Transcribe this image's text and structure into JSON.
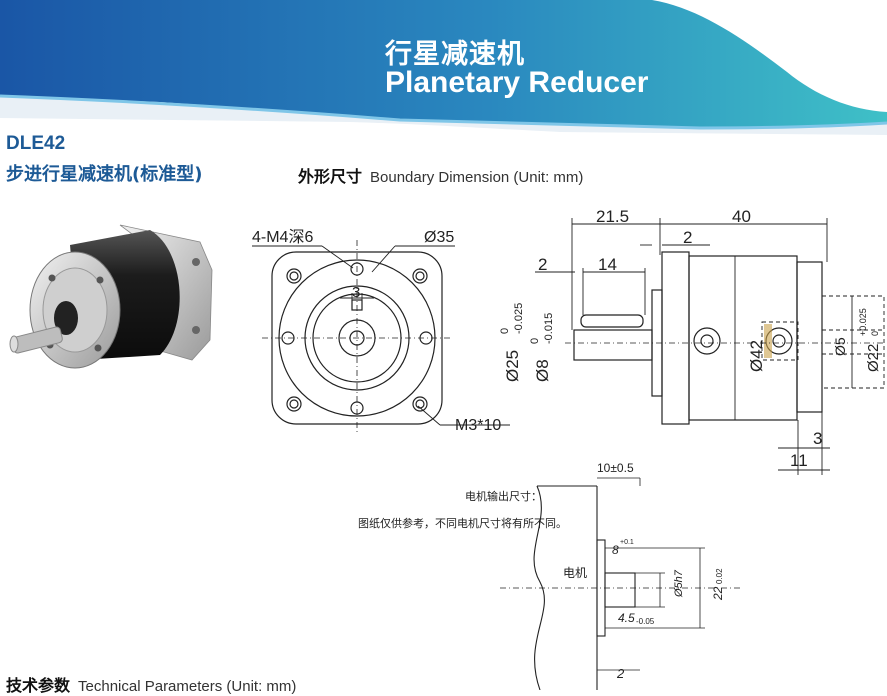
{
  "header": {
    "title_cn": "行星减速机",
    "title_en": "Planetary Reducer",
    "colors": {
      "banner_start": "#1a56a6",
      "banner_end": "#3fc0c7"
    }
  },
  "model": {
    "code": "DLE42",
    "name_cn": "步进行星减速机(标准型)",
    "color": "#1d5a96"
  },
  "dimensions_section": {
    "title_cn": "外形尺寸",
    "title_en": "Boundary Dimension (Unit: mm)"
  },
  "front_view": {
    "label_holes": "4-M4深6",
    "label_pcd": "Ø35",
    "label_center": "3",
    "label_screw": "M3*10"
  },
  "side_view": {
    "dim_total_front": "21.5",
    "dim_total_body": "40",
    "dim_step": "2",
    "dim_shoulder": "2",
    "dim_key": "14",
    "dim_pilot": "Ø25",
    "dim_pilot_tol_upper": "0",
    "dim_pilot_tol_lower": "-0.025",
    "dim_shaft": "Ø8",
    "dim_shaft_tol_upper": "0",
    "dim_shaft_tol_lower": "-0.015",
    "dim_body": "Ø42",
    "dim_bore": "Ø5",
    "dim_flange": "Ø22",
    "dim_flange_tol_upper": "+0.025",
    "dim_flange_tol_lower": "0",
    "dim_rear_small": "3",
    "dim_rear": "11"
  },
  "motor_sketch": {
    "dim_top": "10±0.5",
    "note_1": "电机输出尺寸：",
    "note_2": "图纸仅供参考，不同电机尺寸将有所不同。",
    "motor_label": "电机",
    "dim_8": "8",
    "dim_8_tol": "+0.1",
    "dim_5h7": "Ø5h7",
    "dim_22": "22",
    "dim_22_tol": "0.02",
    "dim_45": "4.5",
    "dim_45_tol": "-0.05",
    "dim_2": "2"
  },
  "params_section": {
    "title_cn": "技术参数",
    "title_en": "Technical Parameters (Unit: mm)"
  }
}
